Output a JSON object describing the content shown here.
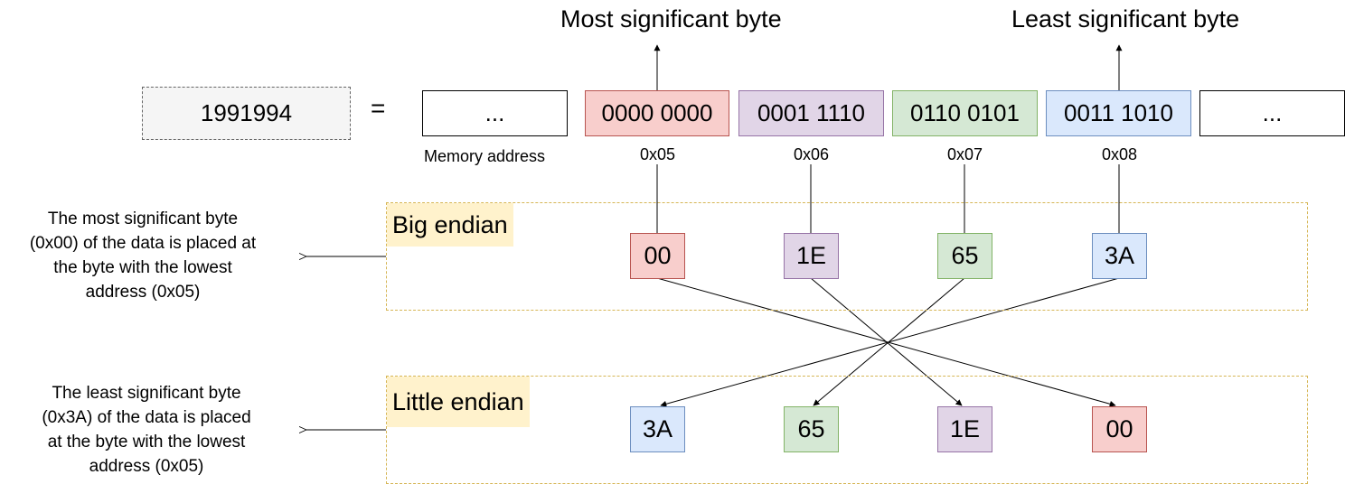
{
  "headings": {
    "most_significant": "Most significant byte",
    "least_significant": "Least significant byte"
  },
  "value": "1991994",
  "equals": "=",
  "memory": {
    "ellipsis_left": "...",
    "ellipsis_right": "...",
    "label": "Memory address",
    "cells": [
      {
        "bits": "0000 0000",
        "address": "0x05",
        "color": "#f8cecc"
      },
      {
        "bits": "0001 1110",
        "address": "0x06",
        "color": "#e1d5e7"
      },
      {
        "bits": "0110 0101",
        "address": "0x07",
        "color": "#d5e8d4"
      },
      {
        "bits": "0011 1010",
        "address": "0x08",
        "color": "#dae8fc"
      }
    ]
  },
  "big_endian": {
    "title": "Big endian",
    "bytes": [
      "00",
      "1E",
      "65",
      "3A"
    ],
    "description": [
      "The most significant byte",
      "(0x00) of the data is placed at",
      "the byte with the lowest",
      "address (0x05)"
    ]
  },
  "little_endian": {
    "title": "Little endian",
    "bytes": [
      "3A",
      "65",
      "1E",
      "00"
    ],
    "description": [
      "The least significant byte",
      "(0x3A) of the data is placed",
      "at the byte with the lowest",
      "address (0x05)"
    ]
  },
  "colors": {
    "red": "#f8cecc",
    "purple": "#e1d5e7",
    "green": "#d5e8d4",
    "blue": "#dae8fc",
    "region_border": "#d6b656",
    "tag_fill": "#fff2cc"
  }
}
